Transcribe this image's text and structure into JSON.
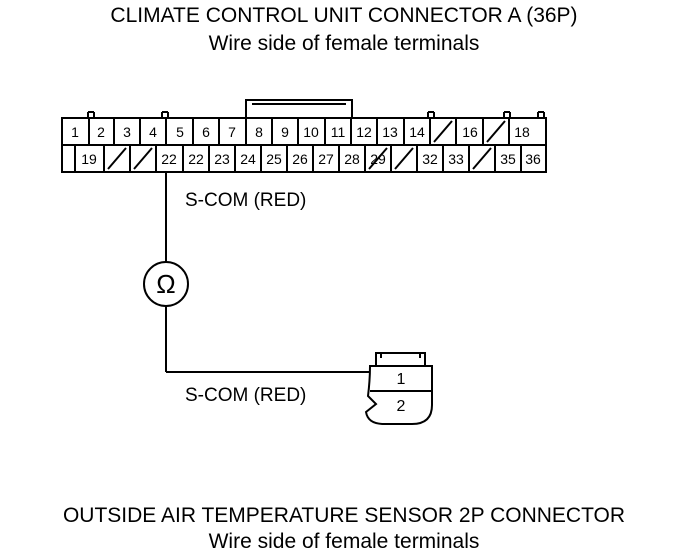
{
  "top_connector": {
    "title": "CLIMATE CONTROL UNIT CONNECTOR A (36P)",
    "subtitle": "Wire side of female terminals",
    "row1": [
      "1",
      "2",
      "3",
      "4",
      "5",
      "6",
      "7",
      "8",
      "9",
      "10",
      "11",
      "12",
      "13",
      "14",
      "",
      "16",
      "",
      "18"
    ],
    "row2": [
      "",
      "19",
      "",
      "",
      "22",
      "23",
      "24",
      "25",
      "26",
      "27",
      "28",
      "29",
      "",
      "",
      "32",
      "33",
      "",
      "35",
      "36"
    ]
  },
  "wire_label_top": "S-COM (RED)",
  "wire_label_bottom": "S-COM (RED)",
  "ohmmeter_symbol": "Ω",
  "sensor_connector": {
    "terminals": [
      "1",
      "2"
    ]
  },
  "bottom_connector": {
    "title": "OUTSIDE AIR TEMPERATURE SENSOR 2P CONNECTOR",
    "subtitle": "Wire side of female terminals"
  }
}
